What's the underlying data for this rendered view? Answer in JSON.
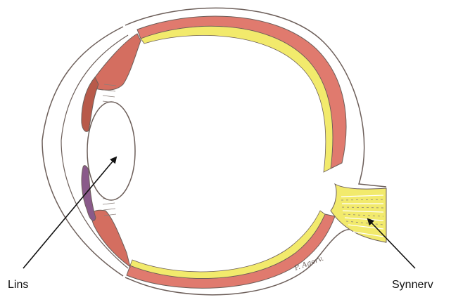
{
  "labels": {
    "lens": "Lins",
    "optic_nerve": "Synnerv"
  },
  "signature": "P. Agerv.",
  "colors": {
    "outline": "#6d5f5a",
    "choroid_red": "#e07a6e",
    "retina_yellow": "#f2ea6c",
    "iris_brown": "#b85a4a",
    "iris_purple": "#8a5a8a",
    "background": "#ffffff",
    "arrow": "#111111"
  }
}
